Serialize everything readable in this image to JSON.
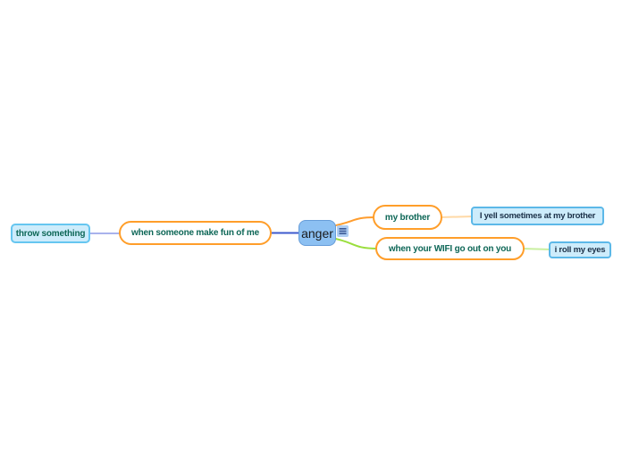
{
  "mindmap": {
    "root": {
      "label": "anger",
      "fill": "#8cc0f2",
      "border": "#679dd9",
      "notes_icon": "notes-icon"
    },
    "branches": [
      {
        "name": "left",
        "color": "#3d5acd",
        "light_color": "#a9b2ec",
        "topic": {
          "label": "when someone make fun of me"
        },
        "subtopic": {
          "label": "throw something"
        }
      },
      {
        "name": "right-top",
        "color": "#ff9d2e",
        "light_color": "#ffd9a6",
        "topic": {
          "label": "my brother"
        },
        "subtopic": {
          "label": "I yell sometimes at my brother"
        }
      },
      {
        "name": "right-bottom",
        "color": "#9ade3d",
        "light_color": "#c9efa0",
        "topic": {
          "label": "when your WIFI go out on you"
        },
        "subtopic": {
          "label": "i roll my eyes"
        }
      }
    ],
    "palette": {
      "topic_border": "#ff9e2a",
      "topic_text": "#0e6757",
      "leaf_fill": "#cdecfb",
      "leaf_border": "#5cb8e8",
      "leaf_text": "#1b3048",
      "background": "#ffffff"
    }
  }
}
